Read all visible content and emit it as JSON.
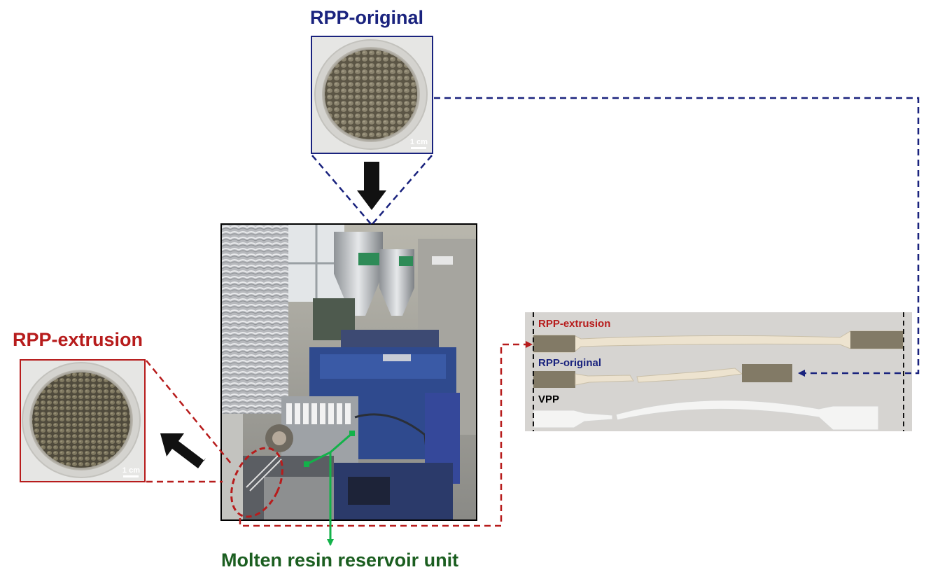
{
  "labels": {
    "rpp_original": "RPP-original",
    "rpp_extrusion": "RPP-extrusion",
    "molten": "Molten resin reservoir unit"
  },
  "scale_bars": {
    "original": "1 cm",
    "extrusion": "1 cm"
  },
  "specimen_photo": {
    "row1": "RPP-extrusion",
    "row2": "RPP-original",
    "row3": "VPP"
  },
  "colors": {
    "original": "#1a237e",
    "extrusion": "#b71c1c",
    "molten": "#1b5e20",
    "molten_line": "#13b24a",
    "vpp": "#000000"
  }
}
